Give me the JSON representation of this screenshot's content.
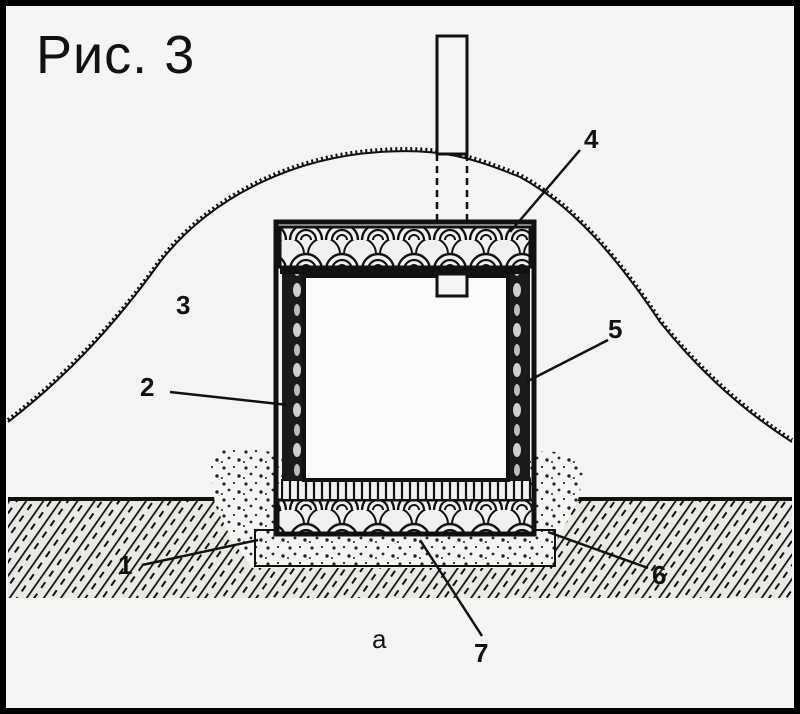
{
  "figure": {
    "title": "Рис. 3",
    "subfigure_label": "а"
  },
  "callouts": {
    "c1": "1",
    "c2": "2",
    "c3": "3",
    "c4": "4",
    "c5": "5",
    "c6": "6",
    "c7": "7"
  },
  "colors": {
    "ink": "#111111",
    "paper": "#f4f4f2",
    "frame": "#000000"
  }
}
